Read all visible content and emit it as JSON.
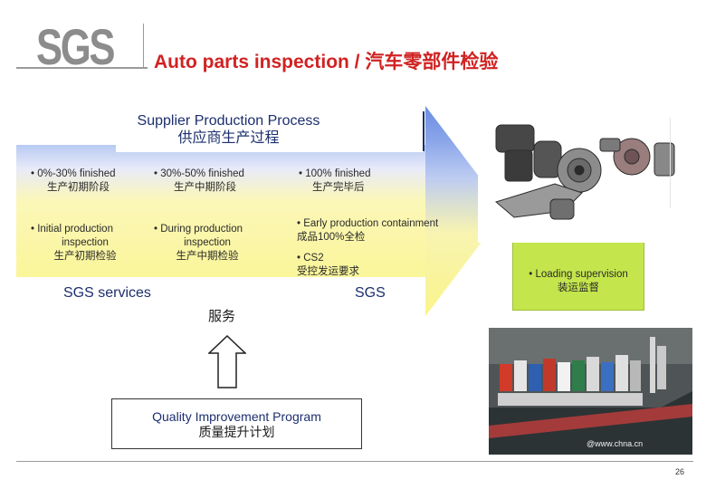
{
  "logo": {
    "text": "SGS"
  },
  "title": "Auto parts inspection / 汽车零部件检验",
  "process": {
    "heading_en": "Supplier Production Process",
    "heading_zh": "供应商生产过程",
    "stages": [
      {
        "en": "• 0%-30% finished",
        "zh": "生产初期阶段"
      },
      {
        "en": "• 30%-50% finished",
        "zh": "生产中期阶段"
      },
      {
        "en": "• 100% finished",
        "zh": "生产完毕后"
      }
    ],
    "inspections": [
      {
        "en1": "• Initial production",
        "en2": "inspection",
        "zh": "生产初期检验"
      },
      {
        "en1": "• During production",
        "en2": "inspection",
        "zh": "生产中期检验"
      },
      {
        "en1": "• Early production containment",
        "zh": "成品100%全检",
        "en2": "• CS2",
        "zh2": "受控发运要求"
      }
    ]
  },
  "services": {
    "en": "SGS services",
    "sgs": "SGS",
    "zh": "服务"
  },
  "loading": {
    "en": "• Loading supervision",
    "zh": "装运监督"
  },
  "quality_program": {
    "en": "Quality Improvement Program",
    "zh": "质量提升计划"
  },
  "watermark": "@www.chna.cn",
  "page_number": "26",
  "colors": {
    "title_red": "#d12222",
    "arrow_blue": "#4a72d8",
    "arrow_yellow": "#faf58a",
    "loading_green": "#c4e64c",
    "navy_text": "#1c2f6e"
  }
}
